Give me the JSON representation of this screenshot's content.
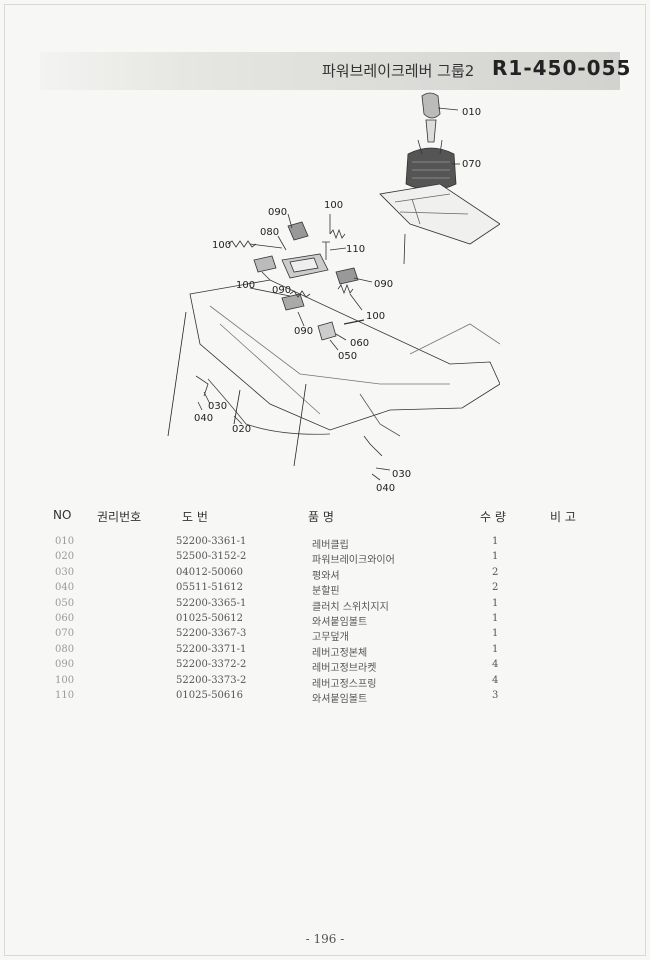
{
  "header": {
    "title": "파워브레이크레버 그룹2",
    "code": "R1-450-055"
  },
  "diagram": {
    "callouts": [
      "010",
      "070",
      "090",
      "100",
      "080",
      "100",
      "110",
      "100",
      "090",
      "090",
      "100",
      "090",
      "060",
      "050",
      "030",
      "040",
      "020",
      "030",
      "040"
    ]
  },
  "table": {
    "headers": {
      "no": "NO",
      "manage_no": "권리번호",
      "part_no": "도      번",
      "name": "품          명",
      "qty": "수 량",
      "remarks": "비      고"
    },
    "rows": [
      {
        "no": "010",
        "part": "52200-3361-1",
        "name": "레버클립",
        "qty": "1"
      },
      {
        "no": "020",
        "part": "52500-3152-2",
        "name": "파워브레이크와이어",
        "qty": "1"
      },
      {
        "no": "030",
        "part": "04012-50060",
        "name": "평와셔",
        "qty": "2"
      },
      {
        "no": "040",
        "part": "05511-51612",
        "name": "분할핀",
        "qty": "2"
      },
      {
        "no": "050",
        "part": "52200-3365-1",
        "name": "클러치 스위치지지",
        "qty": "1"
      },
      {
        "no": "060",
        "part": "01025-50612",
        "name": "와셔붙임볼트",
        "qty": "1"
      },
      {
        "no": "070",
        "part": "52200-3367-3",
        "name": "고무덮개",
        "qty": "1"
      },
      {
        "no": "080",
        "part": "52200-3371-1",
        "name": "레버고정본체",
        "qty": "1"
      },
      {
        "no": "090",
        "part": "52200-3372-2",
        "name": "레버고정브라켓",
        "qty": "4"
      },
      {
        "no": "100",
        "part": "52200-3373-2",
        "name": "레버고정스프링",
        "qty": "4"
      },
      {
        "no": "110",
        "part": "01025-50616",
        "name": "와셔붙임볼트",
        "qty": "3"
      }
    ]
  },
  "footer": {
    "page": "- 196 -"
  }
}
